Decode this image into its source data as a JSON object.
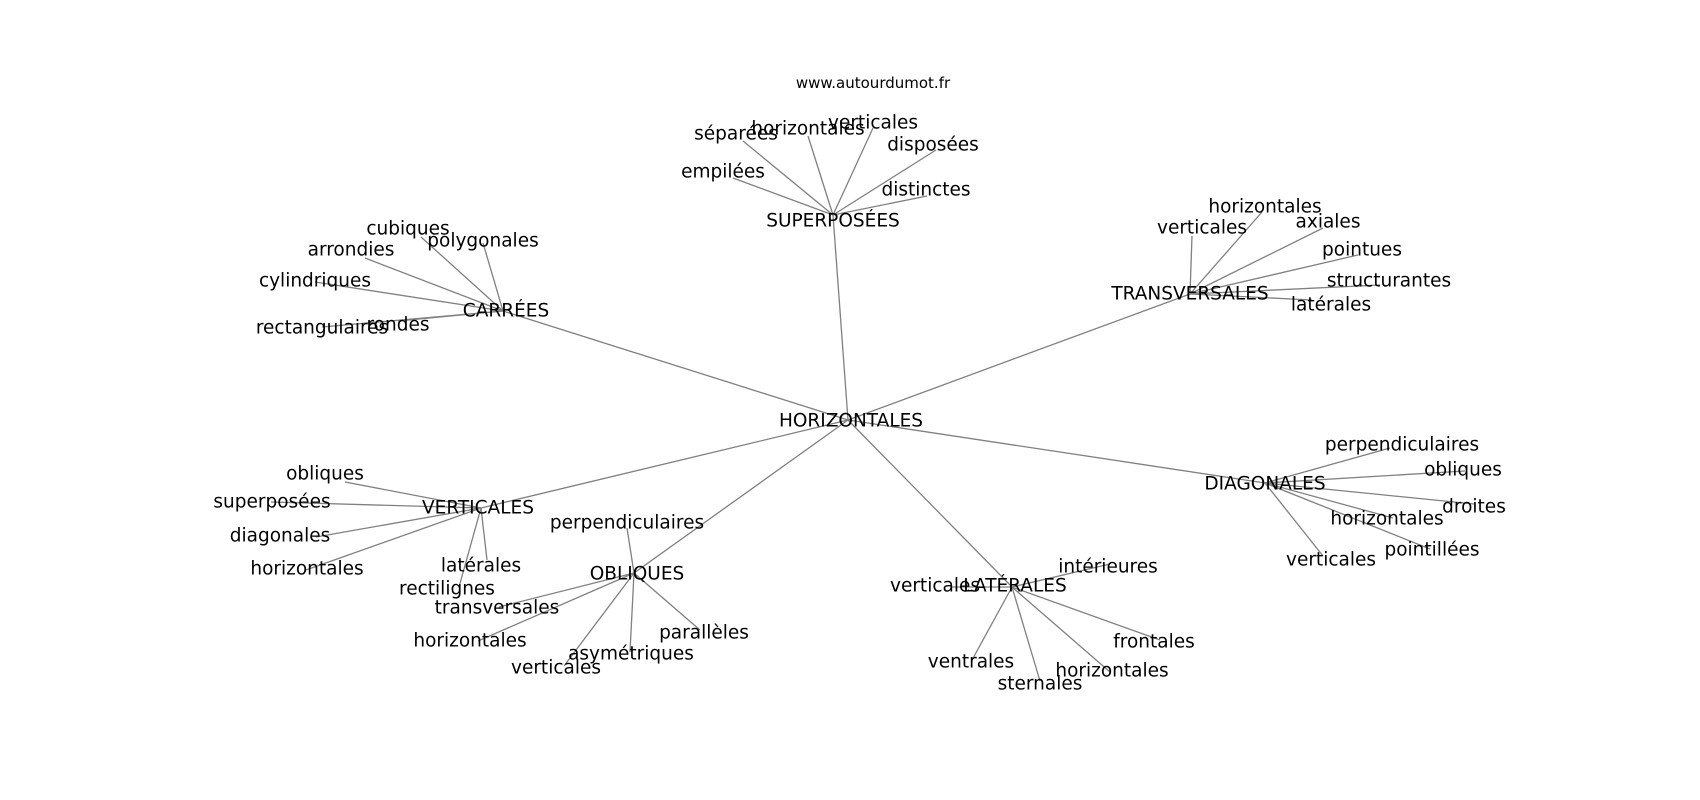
{
  "credit": "www.autourdumot.fr",
  "center": "HORIZONTALES",
  "groups": [
    {
      "label": "SUPERPOSÉES",
      "words": [
        "séparées",
        "horizontales",
        "verticales",
        "disposées",
        "empilées",
        "distinctes"
      ]
    },
    {
      "label": "CARRÉES",
      "words": [
        "cubiques",
        "arrondies",
        "polygonales",
        "cylindriques",
        "rectangulaires",
        "rondes"
      ]
    },
    {
      "label": "TRANSVERSALES",
      "words": [
        "horizontales",
        "verticales",
        "axiales",
        "pointues",
        "structurantes",
        "latérales"
      ]
    },
    {
      "label": "VERTICALES",
      "words": [
        "obliques",
        "superposées",
        "diagonales",
        "horizontales",
        "latérales",
        "rectilignes"
      ]
    },
    {
      "label": "OBLIQUES",
      "words": [
        "perpendiculaires",
        "transversales",
        "horizontales",
        "verticales",
        "asymétriques",
        "parallèles"
      ]
    },
    {
      "label": "LATÉRALES",
      "words": [
        "verticales",
        "intérieures",
        "frontales",
        "ventrales",
        "sternales",
        "horizontales"
      ]
    },
    {
      "label": "DIAGONALES",
      "words": [
        "perpendiculaires",
        "obliques",
        "droites",
        "horizontales",
        "pointillées",
        "verticales"
      ]
    }
  ]
}
